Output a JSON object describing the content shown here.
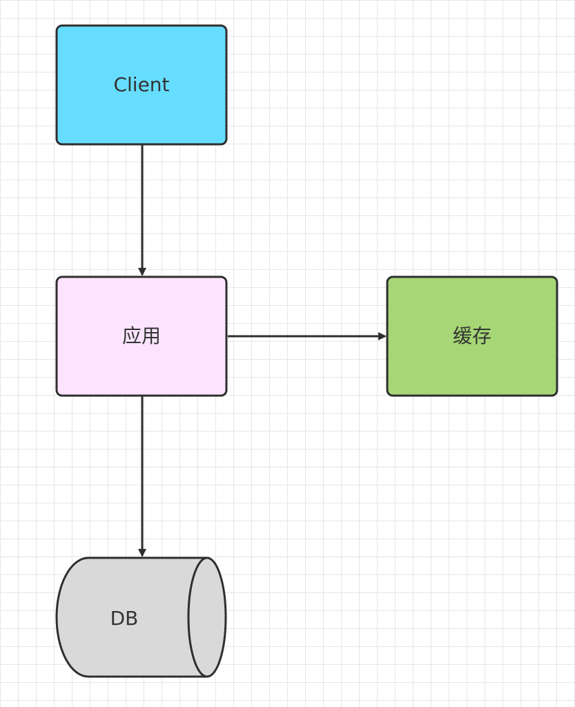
{
  "diagram": {
    "nodes": {
      "client": {
        "label": "Client",
        "fill": "#66DDFF"
      },
      "app": {
        "label": "应用",
        "fill": "#FCE4FF"
      },
      "cache": {
        "label": "缓存",
        "fill": "#A6D676"
      },
      "db": {
        "label": "DB",
        "fill": "#D9D9D9"
      }
    },
    "edges": [
      {
        "from": "client",
        "to": "app"
      },
      {
        "from": "app",
        "to": "cache"
      },
      {
        "from": "app",
        "to": "db"
      }
    ],
    "stroke_color": "#2E2E2E"
  }
}
